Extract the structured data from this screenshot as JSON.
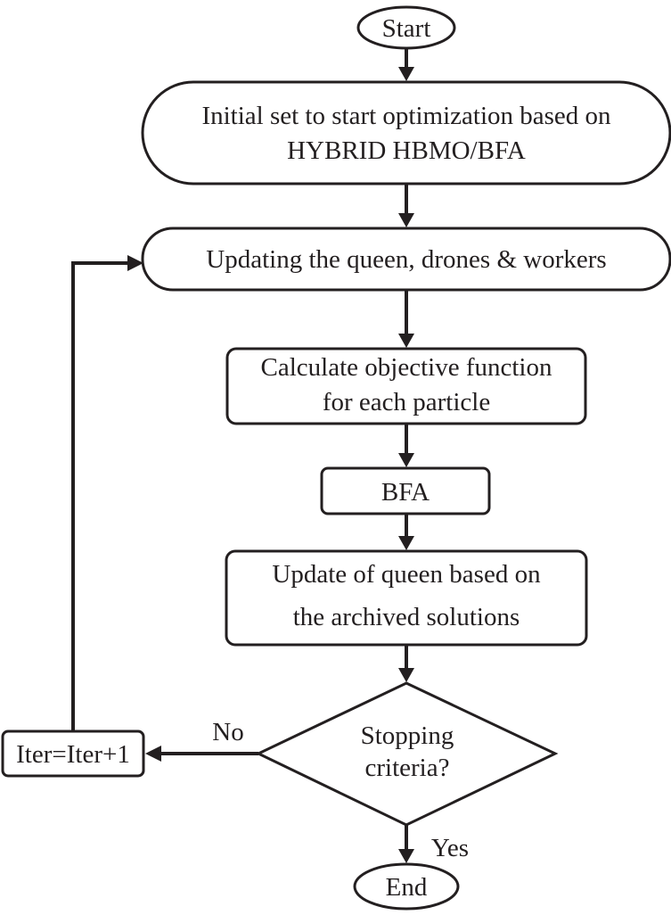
{
  "nodes": {
    "start": {
      "label": "Start"
    },
    "init": {
      "line1": "Initial set to start optimization based on",
      "line2": "HYBRID HBMO/BFA"
    },
    "update_qdw": {
      "label": "Updating the queen, drones & workers"
    },
    "calc": {
      "line1": "Calculate objective function",
      "line2": "for each particle"
    },
    "bfa": {
      "label": "BFA"
    },
    "update_queen": {
      "line1": "Update of queen based on",
      "line2": "the archived solutions"
    },
    "decision": {
      "line1": "Stopping",
      "line2": "criteria?"
    },
    "iter": {
      "label": "Iter=Iter+1"
    },
    "end": {
      "label": "End"
    }
  },
  "edges": {
    "no_label": "No",
    "yes_label": "Yes"
  }
}
